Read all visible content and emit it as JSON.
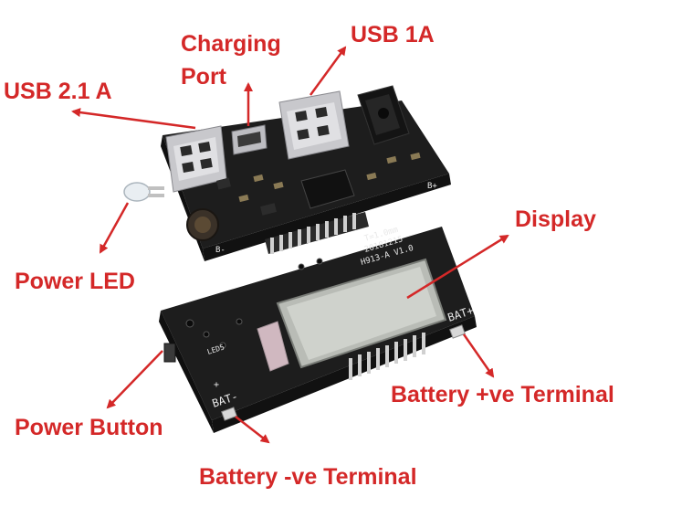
{
  "colors": {
    "label": "#d42828",
    "arrow": "#d42828",
    "pcb": "#1f1f1f",
    "silkscreen": "#e8e8e8",
    "metal": "#c8c8cc",
    "lcd": "#c9ccc6"
  },
  "labels": {
    "usb21": "USB 2.1 A",
    "charging1": "Charging",
    "charging2": "Port",
    "usb1": "USB 1A",
    "display": "Display",
    "power_led": "Power LED",
    "power_button": "Power Button",
    "bat_pos": "Battery +ve Terminal",
    "bat_neg": "Battery -ve Terminal"
  },
  "silkscreen": {
    "rev_1": "T=1.0mm",
    "rev_2": "20181215",
    "rev_3": "H913-A V1.0",
    "bat_minus": "BAT-",
    "bat_plus": "BAT+",
    "led5": "LED5",
    "plus_mark": "+",
    "b_minus": "B-",
    "b_plus": "B+"
  }
}
